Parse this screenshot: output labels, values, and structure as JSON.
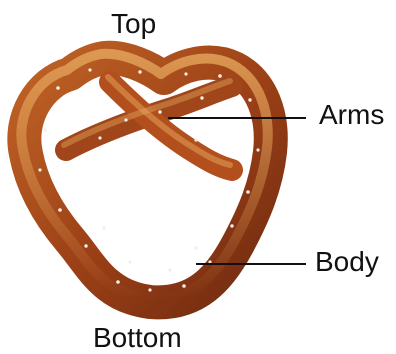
{
  "labels": {
    "top": "Top",
    "arms": "Arms",
    "body": "Body",
    "bottom": "Bottom"
  },
  "colors": {
    "crust_dark": "#7a2f12",
    "crust_mid": "#b4561f",
    "crust_light": "#d9904a",
    "salt": "#f4efe6",
    "leader_line": "#111111"
  }
}
